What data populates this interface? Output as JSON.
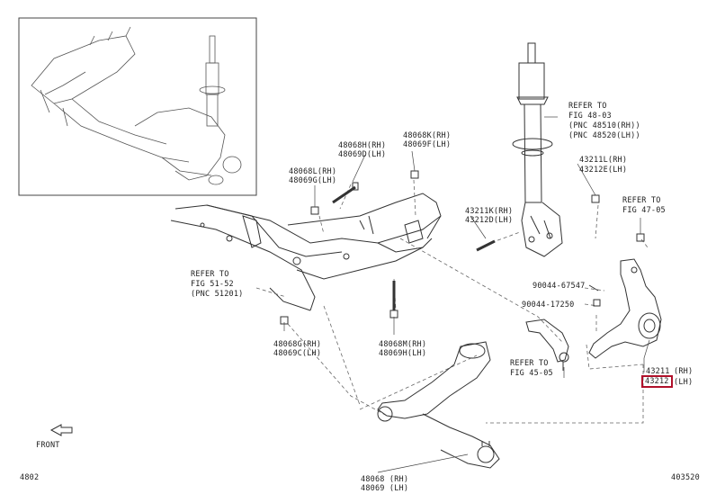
{
  "labels": {
    "l_48068h": "48068H(RH)",
    "l_48069d": "48069D(LH)",
    "l_48068k": "48068K(RH)",
    "l_48069f": "48069F(LH)",
    "l_48068l": "48068L(RH)",
    "l_48069g": "48069G(LH)",
    "refer_48_1": "REFER TO",
    "refer_48_2": "FIG 48-03",
    "refer_48_3": "(PNC 48510(RH))",
    "refer_48_4": "(PNC 48520(LH))",
    "l_43211l": "43211L(RH)",
    "l_43212e": "43212E(LH)",
    "l_43211k": "43211K(RH)",
    "l_43212d": "43212D(LH)",
    "refer_47_1": "REFER TO",
    "refer_47_2": "FIG 47-05",
    "refer_51_1": "REFER TO",
    "refer_51_2": "FIG 51-52",
    "refer_51_3": "(PNC 51201)",
    "l_90044_67547": "90044-67547",
    "l_90044_17250": "90044-17250",
    "refer_45_1": "REFER TO",
    "refer_45_2": "FIG 45-05",
    "l_48068g": "48068G(RH)",
    "l_48069c": "48069C(LH)",
    "l_48068m": "48068M(RH)",
    "l_48069h": "48069H(LH)",
    "l_43211": "43211",
    "l_43211_suffix": "(RH)",
    "l_43212": "43212",
    "l_43212_suffix": "(LH)",
    "l_48068": "48068 (RH)",
    "l_48069": "48069 (LH)",
    "front": "FRONT",
    "page_left": "4802",
    "page_right": "403520"
  }
}
